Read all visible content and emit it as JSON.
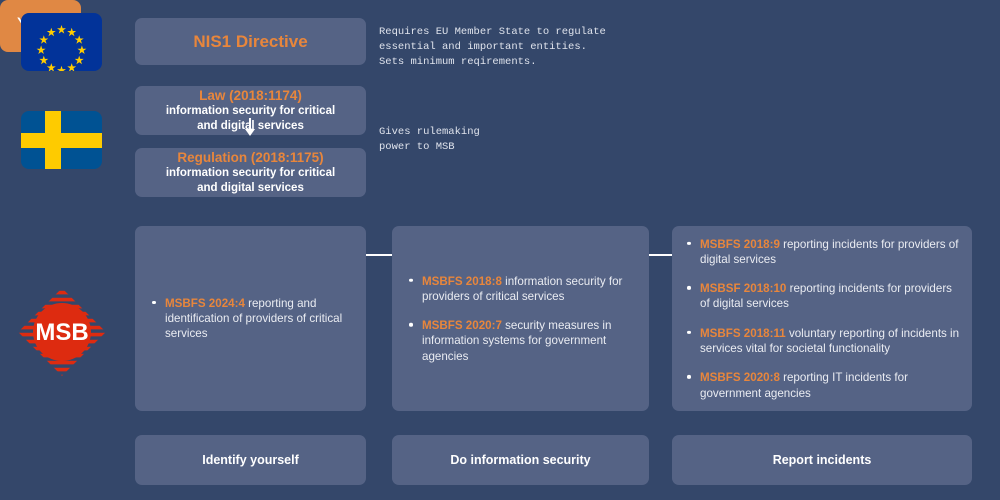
{
  "meta": {
    "background_color": "#34476a",
    "box_color": "#556385",
    "accent_color": "#e8863c",
    "text_color": "#ffffff"
  },
  "rail": {
    "eu_flag": {
      "name": "eu-flag",
      "alt": "European Union flag",
      "field": "#023399",
      "star": "#ffcc00",
      "stars": 12
    },
    "se_flag": {
      "name": "sweden-flag",
      "alt": "Sweden flag",
      "field": "#005293",
      "cross": "#fecb00"
    },
    "msb_logo": {
      "name": "msb-logo",
      "label": "MSB",
      "color": "#dd2b10",
      "text_color": "#ffffff"
    },
    "you_badge": {
      "name": "you-badge",
      "label": "YOU",
      "color": "#e08844"
    }
  },
  "hierarchy": {
    "nis1": {
      "title": "NIS1 Directive",
      "subtitle": ""
    },
    "law": {
      "title": "Law (2018:1174)",
      "subtitle": "information security for critical\nand digital services"
    },
    "regulation": {
      "title": "Regulation (2018:1175)",
      "subtitle": "information security for critical\nand digital services"
    }
  },
  "notes": {
    "nis1_note": "Requires EU Member State to regulate\nessential and important entities.\nSets minimum reqirements.",
    "regulation_note": "Gives rulemaking\npower to MSB"
  },
  "columns": [
    {
      "id": "col1",
      "bullets": [
        {
          "code": "MSBFS 2024:4",
          "text": " reporting and identification of providers of critical services"
        }
      ],
      "outcome": "Identify yourself"
    },
    {
      "id": "col2",
      "bullets": [
        {
          "code": "MSBFS 2018:8",
          "text": " information security for providers of critical services"
        },
        {
          "code": "MSBFS 2020:7",
          "text": " security measures in information systems for government agencies"
        }
      ],
      "outcome": "Do information security"
    },
    {
      "id": "col3",
      "bullets": [
        {
          "code": "MSBFS 2018:9",
          "text": " reporting incidents for providers of digital services"
        },
        {
          "code": "MSBSF 2018:10",
          "text": " reporting incidents for providers of digital services"
        },
        {
          "code": "MSBFS 2018:11",
          "text": " voluntary reporting of incidents in services vital for societal functionality"
        },
        {
          "code": "MSBFS 2020:8",
          "text": " reporting IT incidents for government agencies"
        }
      ],
      "outcome": "Report incidents"
    }
  ],
  "connectors": {
    "nis1_to_law": "arrow-down",
    "regulation_to_columns": "branch-down",
    "columns_to_outcomes": "arrow-down"
  }
}
